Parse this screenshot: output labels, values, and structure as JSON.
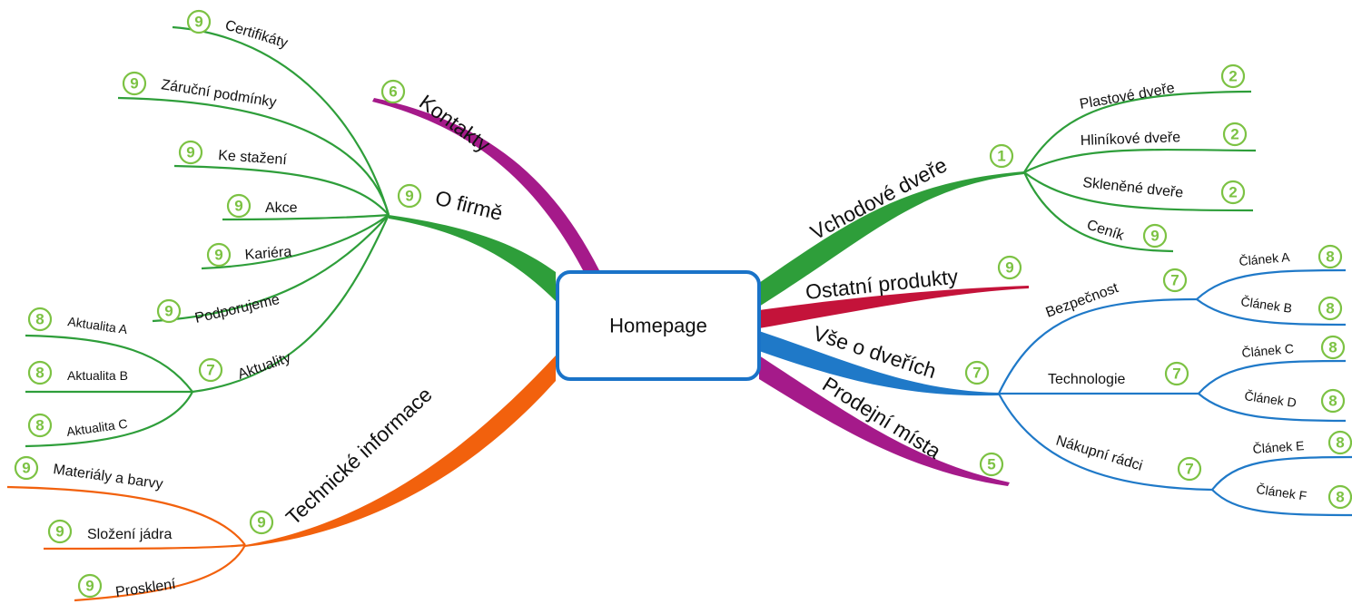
{
  "colors": {
    "green": "#2e9e3a",
    "magenta": "#a51a8a",
    "crimson": "#c4133a",
    "blue": "#1f79c8",
    "orange": "#f2610d",
    "badge": "#7cc243",
    "root_border": "#1a73c8"
  },
  "root": {
    "label": "Homepage"
  },
  "branches": {
    "kontakty": {
      "label": "Kontakty",
      "badge": "6"
    },
    "o_firme": {
      "label": "O firmě",
      "badge": "9",
      "children": [
        {
          "label": "Certifikáty",
          "badge": "9"
        },
        {
          "label": "Záruční podmínky",
          "badge": "9"
        },
        {
          "label": "Ke stažení",
          "badge": "9"
        },
        {
          "label": "Akce",
          "badge": "9"
        },
        {
          "label": "Kariéra",
          "badge": "9"
        },
        {
          "label": "Podporujeme",
          "badge": "9"
        },
        {
          "label": "Aktuality",
          "badge": "7",
          "children": [
            {
              "label": "Aktualita A",
              "badge": "8"
            },
            {
              "label": "Aktualita B",
              "badge": "8"
            },
            {
              "label": "Aktualita C",
              "badge": "8"
            }
          ]
        }
      ]
    },
    "technicke": {
      "label": "Technické informace",
      "badge": "9",
      "children": [
        {
          "label": "Materiály a barvy",
          "badge": "9"
        },
        {
          "label": "Složení jádra",
          "badge": "9"
        },
        {
          "label": "Prosklení",
          "badge": "9"
        }
      ]
    },
    "vchodove": {
      "label": "Vchodové dveře",
      "badge": "1",
      "children": [
        {
          "label": "Plastové dveře",
          "badge": "2"
        },
        {
          "label": "Hliníkové dveře",
          "badge": "2"
        },
        {
          "label": "Skleněné dveře",
          "badge": "2"
        },
        {
          "label": "Ceník",
          "badge": "9"
        }
      ]
    },
    "ostatni": {
      "label": "Ostatní produkty",
      "badge": "9"
    },
    "vse": {
      "label": "Vše o dveřích",
      "badge": "7",
      "children": [
        {
          "label": "Bezpečnost",
          "badge": "7",
          "children": [
            {
              "label": "Článek A",
              "badge": "8"
            },
            {
              "label": "Článek B",
              "badge": "8"
            }
          ]
        },
        {
          "label": "Technologie",
          "badge": "7",
          "children": [
            {
              "label": "Článek C",
              "badge": "8"
            },
            {
              "label": "Článek D",
              "badge": "8"
            }
          ]
        },
        {
          "label": "Nákupní rádci",
          "badge": "7",
          "children": [
            {
              "label": "Článek E",
              "badge": "8"
            },
            {
              "label": "Článek F",
              "badge": "8"
            }
          ]
        }
      ]
    },
    "prodejni": {
      "label": "Prodejní místa",
      "badge": "5"
    }
  }
}
